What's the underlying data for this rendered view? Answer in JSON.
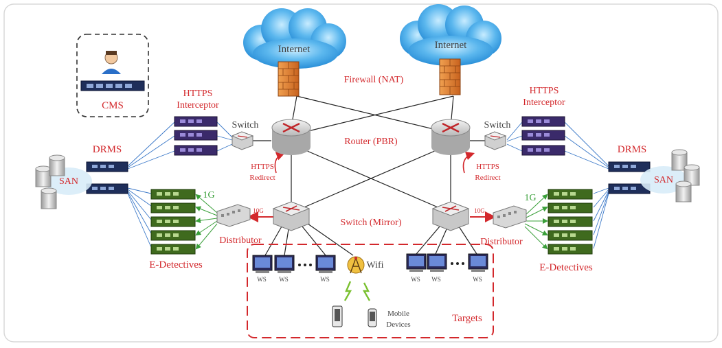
{
  "labels": {
    "internet_left": "Internet",
    "internet_right": "Internet",
    "firewall": "Firewall (NAT)",
    "router": "Router (PBR)",
    "switch_mirror": "Switch (Mirror)",
    "cms": "CMS",
    "https_interceptor_left_1": "HTTPS",
    "https_interceptor_left_2": "Interceptor",
    "https_interceptor_right_1": "HTTPS",
    "https_interceptor_right_2": "Interceptor",
    "switch_left": "Switch",
    "switch_right": "Switch",
    "drms_left": "DRMS",
    "drms_right": "DRMS",
    "san_left": "SAN",
    "san_right": "SAN",
    "https_redirect_left_1": "HTTPS",
    "https_redirect_left_2": "Redirect",
    "https_redirect_right_1": "HTTPS",
    "https_redirect_right_2": "Redirect",
    "link_1g_left": "1G",
    "link_1g_right": "1G",
    "link_10g_left": "10G",
    "link_10g_right": "10G",
    "distributor_left": "Distributor",
    "distributor_right": "Distributor",
    "edetectives_left": "E-Detectives",
    "edetectives_right": "E-Detectives",
    "ws": "WS",
    "wifi": "Wifi",
    "mobile_1": "Mobile",
    "mobile_2": "Devices",
    "targets": "Targets"
  },
  "colors": {
    "label_red": "#d3282c",
    "link_blue": "#3a78c8",
    "link_green": "#3aa03a",
    "link_black": "#222222",
    "cloud": "#3aa7e8",
    "firewall": "#e0822e",
    "server_purple": "#3a2a6a",
    "server_navy": "#1e2e5a",
    "server_green": "#3f6a1e"
  },
  "icons": [
    "user-icon",
    "cloud-icon",
    "firewall-icon",
    "router-icon",
    "switch-icon",
    "server-icon",
    "storage-icon",
    "workstation-icon",
    "wifi-tower-icon",
    "mobile-device-icon"
  ]
}
